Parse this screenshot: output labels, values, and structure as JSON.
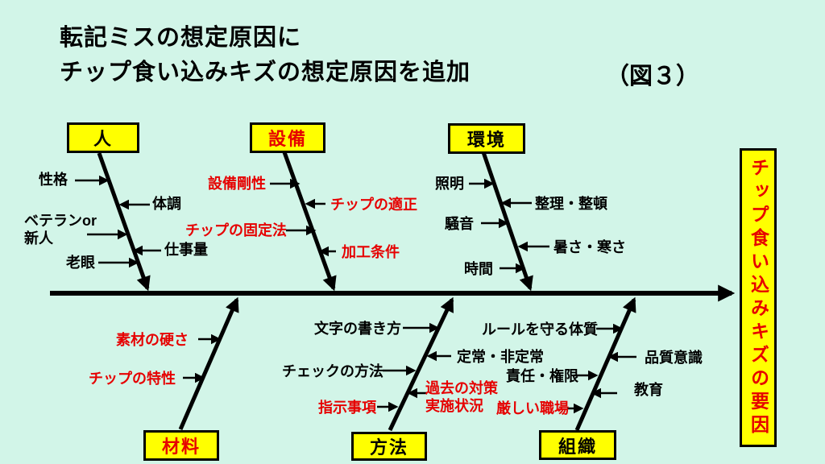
{
  "title": {
    "line1": "転記ミスの想定原因に",
    "line2": "チップ食い込みキズの想定原因を追加",
    "figure_label": "（図３）"
  },
  "effect_label": "チップ食い込みキズの要因",
  "colors": {
    "background": "#d2f5e8",
    "box_fill": "#ffff00",
    "accent_red": "#e60000",
    "text_black": "#000000"
  },
  "categories": {
    "person": "人",
    "equipment": "設備",
    "environment": "環境",
    "material": "材料",
    "method": "方法",
    "organization": "組織"
  },
  "causes": {
    "person": {
      "seikaku": "性格",
      "taicho": "体調",
      "veteran": "ベテランor\n新人",
      "shigotoryo": "仕事量",
      "rogan": "老眼"
    },
    "equipment": {
      "setsubi_gosei": "設備剛性",
      "chip_tekisei": "チップの適正",
      "chip_koteiho": "チップの固定法",
      "kako_joken": "加工条件"
    },
    "environment": {
      "shomei": "照明",
      "seiri_seiton": "整理・整頓",
      "soon": "騒音",
      "atsusa_samusa": "暑さ・寒さ",
      "jikan": "時間"
    },
    "material": {
      "sozai_katasa": "素材の硬さ",
      "chip_tokusei": "チップの特性"
    },
    "method": {
      "moji_kakikata": "文字の書き方",
      "teijo_hiteijo": "定常・非定常",
      "check_hoho": "チェックの方法",
      "kako_taisaku": "過去の対策\n実施状況",
      "shiji_jiko": "指示事項"
    },
    "organization": {
      "rule_taishitsu": "ルールを守る体質",
      "hinshitsu_ishiki": "品質意識",
      "sekinin_kengen": "責任・権限",
      "kyoiku": "教育",
      "kibishii_shokuba": "厳しい職場"
    }
  }
}
